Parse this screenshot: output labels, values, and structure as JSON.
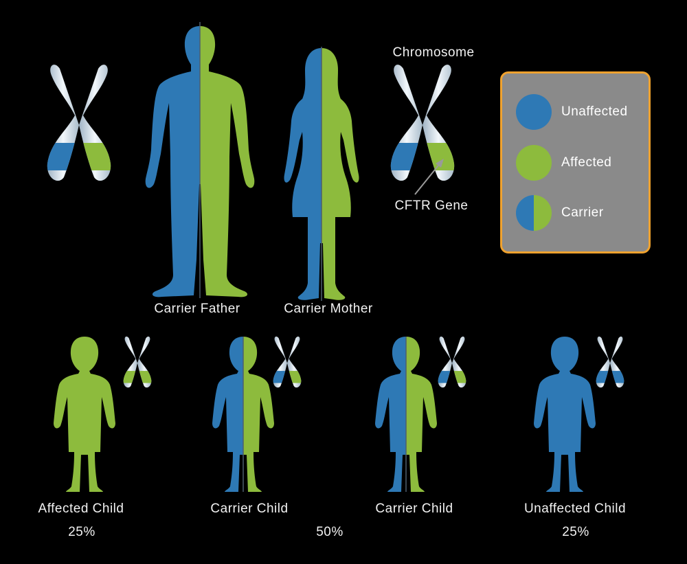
{
  "colors": {
    "unaffected": "#2e79b5",
    "affected": "#8dbb3d",
    "chromosome": "#c9d9e6",
    "legend_border": "#f0a22e",
    "legend_bg": "#8a8a8a"
  },
  "labels": {
    "chromosome": "Chromosome",
    "gene": "CFTR Gene",
    "father": "Carrier Father",
    "mother": "Carrier Mother"
  },
  "legend": {
    "items": [
      {
        "label": "Unaffected",
        "icon": "unaffected-swatch"
      },
      {
        "label": "Affected",
        "icon": "affected-swatch"
      },
      {
        "label": "Carrier",
        "icon": "carrier-swatch"
      }
    ]
  },
  "children": [
    {
      "label": "Affected Child",
      "status": "affected"
    },
    {
      "label": "Carrier Child",
      "status": "carrier"
    },
    {
      "label": "Carrier Child",
      "status": "carrier"
    },
    {
      "label": "Unaffected Child",
      "status": "unaffected"
    }
  ],
  "probabilities": {
    "affected": "25%",
    "carrier": "50%",
    "unaffected": "25%"
  }
}
